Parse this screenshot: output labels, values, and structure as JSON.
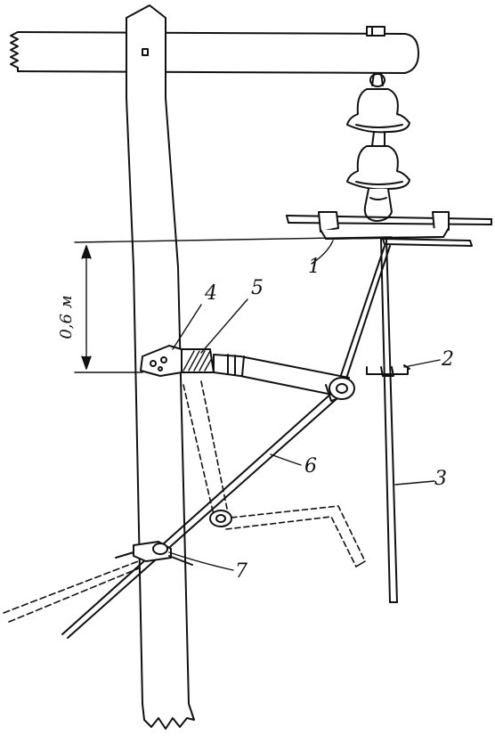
{
  "colors": {
    "ink": "#111111",
    "paper": "#ffffff"
  },
  "dimension": {
    "text": "0,6 м"
  },
  "callouts": [
    {
      "id": "1",
      "text": "1"
    },
    {
      "id": "2",
      "text": "2"
    },
    {
      "id": "3",
      "text": "3"
    },
    {
      "id": "4",
      "text": "4"
    },
    {
      "id": "5",
      "text": "5"
    },
    {
      "id": "6",
      "text": "6"
    },
    {
      "id": "7",
      "text": "7"
    }
  ]
}
